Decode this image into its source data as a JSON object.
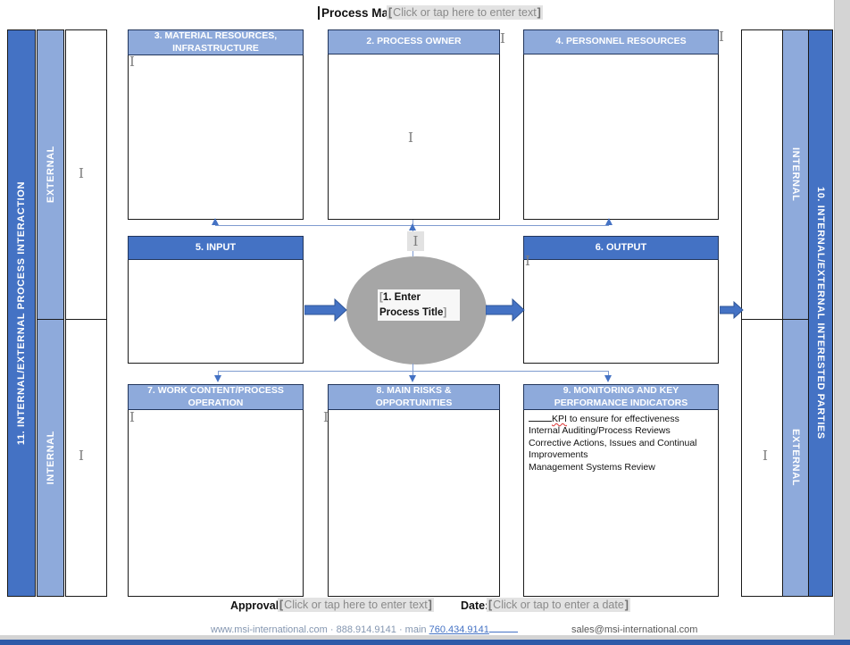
{
  "window": {
    "process_map_label": "Process Map:",
    "process_map_placeholder": "Click or tap here to enter text"
  },
  "left_panel": {
    "title": "11. INTERNAL/EXTERNAL PROCESS INTERACTION",
    "sections": {
      "top": "EXTERNAL",
      "bottom": "INTERNAL"
    }
  },
  "right_panel": {
    "title": "10. INTERNAL/EXTERNAL INTERESTED PARTIES",
    "sections": {
      "top": "INTERNAL",
      "bottom": "EXTERNAL"
    }
  },
  "boxes": {
    "material": "3. MATERIAL RESOURCES, INFRASTRUCTURE",
    "process_owner": "2. PROCESS OWNER",
    "personnel": "4. PERSONNEL RESOURCES",
    "input": "5. INPUT",
    "output": "6. OUTPUT",
    "work_content": "7. WORK CONTENT/PROCESS OPERATION",
    "risks": "8. MAIN RISKS & OPPORTUNITIES",
    "monitoring": {
      "title": "9. MONITORING AND KEY PERFORMANCE INDICATORS",
      "kpi_word": "KPI",
      "kpi_rest": " to ensure for effectiveness",
      "lines": [
        "Internal Auditing/Process Reviews",
        "Corrective Actions, Issues and Continual Improvements",
        "Management Systems Review"
      ]
    }
  },
  "process_ellipse": {
    "label": "1. Enter Process Title"
  },
  "fields": {
    "approval_label": "Approval:",
    "approval_placeholder": "Click or tap here to enter text",
    "date_label": "Date:",
    "date_placeholder": "Click or tap to enter a date"
  },
  "footer": {
    "contact": "www.msi-international.com · 888.914.9141 · main",
    "phone_link": "760.434.9141",
    "email": "sales@msi-international.com"
  },
  "colors": {
    "accent_dark_blue": "#4472C4",
    "accent_light_blue": "#8EAADB",
    "ellipse_gray": "#A6A6A6"
  }
}
